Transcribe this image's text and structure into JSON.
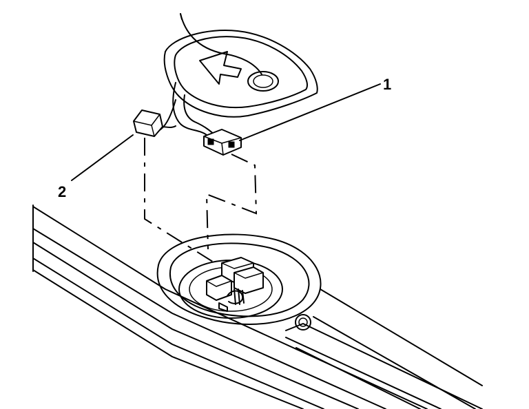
{
  "callouts": [
    {
      "number": "1",
      "target": "connector"
    },
    {
      "number": "2",
      "target": "connector-plug"
    }
  ]
}
